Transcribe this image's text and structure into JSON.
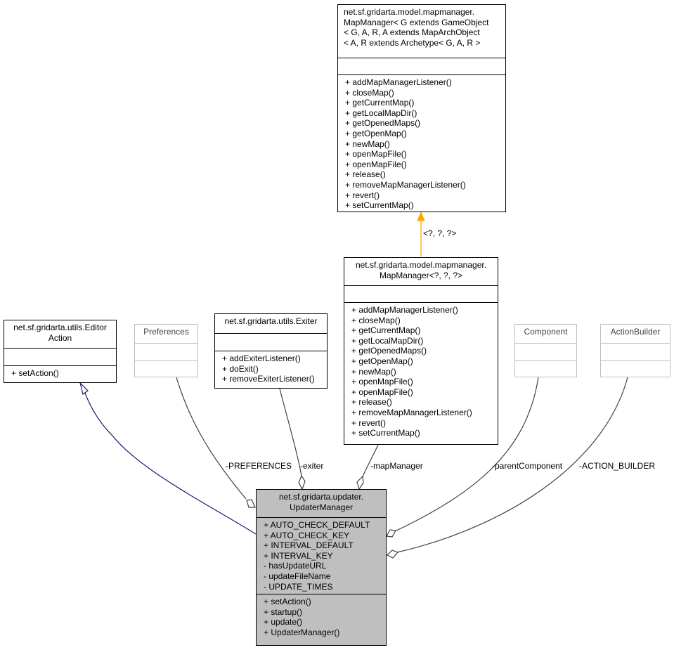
{
  "classes": {
    "map_manager_generic": {
      "title": "net.sf.gridarta.model.mapmanager.\nMapManager< G extends GameObject\n< G, A, R, A extends MapArchObject\n< A, R extends Archetype< G, A, R >",
      "attributes": [],
      "methods": [
        "+ addMapManagerListener()",
        "+ closeMap()",
        "+ getCurrentMap()",
        "+ getLocalMapDir()",
        "+ getOpenedMaps()",
        "+ getOpenMap()",
        "+ newMap()",
        "+ openMapFile()",
        "+ openMapFile()",
        "+ release()",
        "+ removeMapManagerListener()",
        "+ revert()",
        "+ setCurrentMap()"
      ]
    },
    "map_manager_bound": {
      "title": "net.sf.gridarta.model.mapmanager.\nMapManager<?, ?, ?>",
      "attributes": [],
      "methods": [
        "+ addMapManagerListener()",
        "+ closeMap()",
        "+ getCurrentMap()",
        "+ getLocalMapDir()",
        "+ getOpenedMaps()",
        "+ getOpenMap()",
        "+ newMap()",
        "+ openMapFile()",
        "+ openMapFile()",
        "+ release()",
        "+ removeMapManagerListener()",
        "+ revert()",
        "+ setCurrentMap()"
      ]
    },
    "editor_action": {
      "title": "net.sf.gridarta.utils.Editor\nAction",
      "attributes": [],
      "methods": [
        "+ setAction()"
      ]
    },
    "preferences": {
      "title": "Preferences",
      "attributes": [],
      "methods": []
    },
    "exiter": {
      "title": "net.sf.gridarta.utils.Exiter",
      "attributes": [],
      "methods": [
        "+ addExiterListener()",
        "+ doExit()",
        "+ removeExiterListener()"
      ]
    },
    "component": {
      "title": "Component",
      "attributes": [],
      "methods": []
    },
    "action_builder": {
      "title": "ActionBuilder",
      "attributes": [],
      "methods": []
    },
    "updater_manager": {
      "title": "net.sf.gridarta.updater.\nUpdaterManager",
      "attributes": [
        "+ AUTO_CHECK_DEFAULT",
        "+ AUTO_CHECK_KEY",
        "+ INTERVAL_DEFAULT",
        "+ INTERVAL_KEY",
        "- hasUpdateURL",
        "- updateFileName",
        "- UPDATE_TIMES"
      ],
      "methods": [
        "+ setAction()",
        "+ startup()",
        "+ update()",
        "+ UpdaterManager()"
      ]
    }
  },
  "edge_labels": {
    "template_binding": "<?, ?, ?>",
    "preferences": "-PREFERENCES",
    "exiter": "-exiter",
    "map_manager": "-mapManager",
    "parent_component": "-parentComponent",
    "action_builder": "-ACTION_BUILDER"
  },
  "colors": {
    "inheritance": "#191970",
    "template": "#ffa500",
    "usage": "#404040",
    "main_fill": "#bfbfbf",
    "gray_border": "#bfbfbf"
  }
}
